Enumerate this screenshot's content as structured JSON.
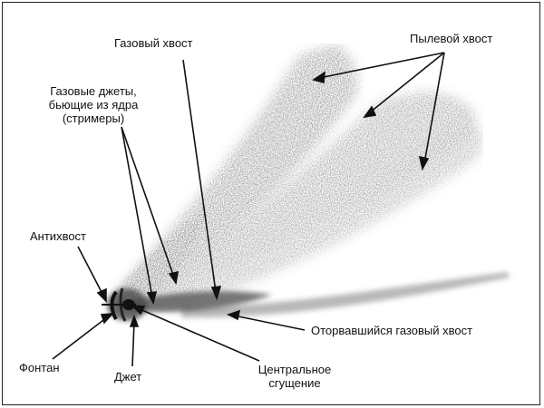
{
  "labels": {
    "gas_tail": "Газовый хвост",
    "dust_tail": "Пылевой хвост",
    "gas_jets_line1": "Газовые джеты,",
    "gas_jets_line2": "бьющие из ядра",
    "gas_jets_line3": "(стримеры)",
    "anti_tail": "Антихвост",
    "fountain": "Фонтан",
    "jet": "Джет",
    "central_line1": "Центральное",
    "central_line2": "сгущение",
    "detached_gas_tail": "Оторвавшийся газовый хвост"
  },
  "colors": {
    "ink": "#111111",
    "haze": "#8a8a8a",
    "nucleus": "#1a1a1a"
  }
}
